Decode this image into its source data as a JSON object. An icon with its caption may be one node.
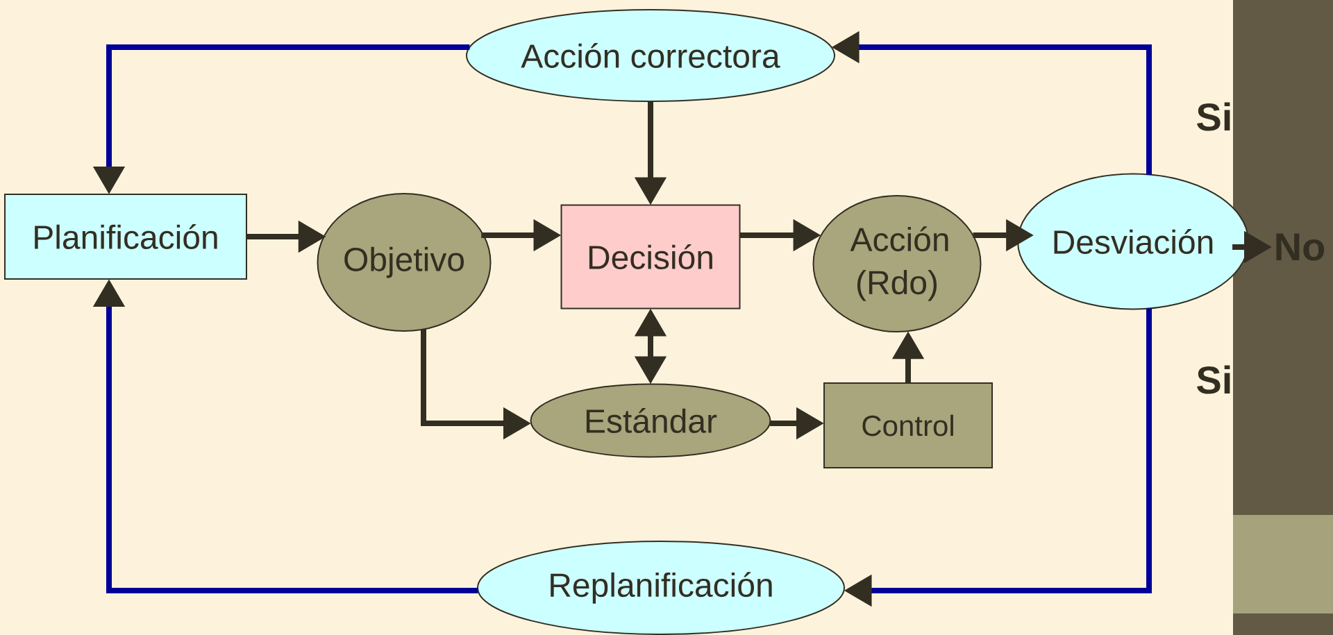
{
  "diagram": {
    "nodes": [
      {
        "text": [
          "Acción correctora"
        ]
      },
      {
        "text": [
          "Planificación"
        ]
      },
      {
        "text": [
          "Objetivo"
        ]
      },
      {
        "text": [
          "Decisión"
        ]
      },
      {
        "text": [
          "Acción (Rdo)"
        ]
      },
      {
        "text": [
          "Desviación"
        ]
      },
      {
        "text": [
          "Estándar"
        ]
      },
      {
        "text": [
          "Control"
        ]
      },
      {
        "text": [
          "Replanificación"
        ]
      },
      {
        "text": [
          "No"
        ]
      }
    ],
    "edges": [
      {
        "from": 1,
        "to": 2,
        "arrow": "to"
      },
      {
        "from": 2,
        "to": 3,
        "arrow": "to"
      },
      {
        "from": 3,
        "to": 4,
        "arrow": "to"
      },
      {
        "from": 4,
        "to": 5,
        "arrow": "to"
      },
      {
        "from": 5,
        "to": 9,
        "arrow": "to"
      },
      {
        "from": 0,
        "to": 3,
        "arrow": "to"
      },
      {
        "from": 3,
        "to": 6,
        "arrow": "both"
      },
      {
        "from": 2,
        "to": 6,
        "arrow": "to"
      },
      {
        "from": 6,
        "to": 7,
        "arrow": "to"
      },
      {
        "from": 7,
        "to": 4,
        "arrow": "to"
      },
      {
        "from": 5,
        "to": 0,
        "arrow": "to",
        "color": "#000099"
      },
      {
        "from": 0,
        "to": 1,
        "arrow": "to",
        "color": "#000099"
      },
      {
        "from": 5,
        "to": 8,
        "arrow": "to",
        "color": "#000099"
      },
      {
        "from": 8,
        "to": 1,
        "arrow": "to",
        "color": "#000099"
      }
    ],
    "labels": [
      "Si",
      "Si"
    ]
  }
}
